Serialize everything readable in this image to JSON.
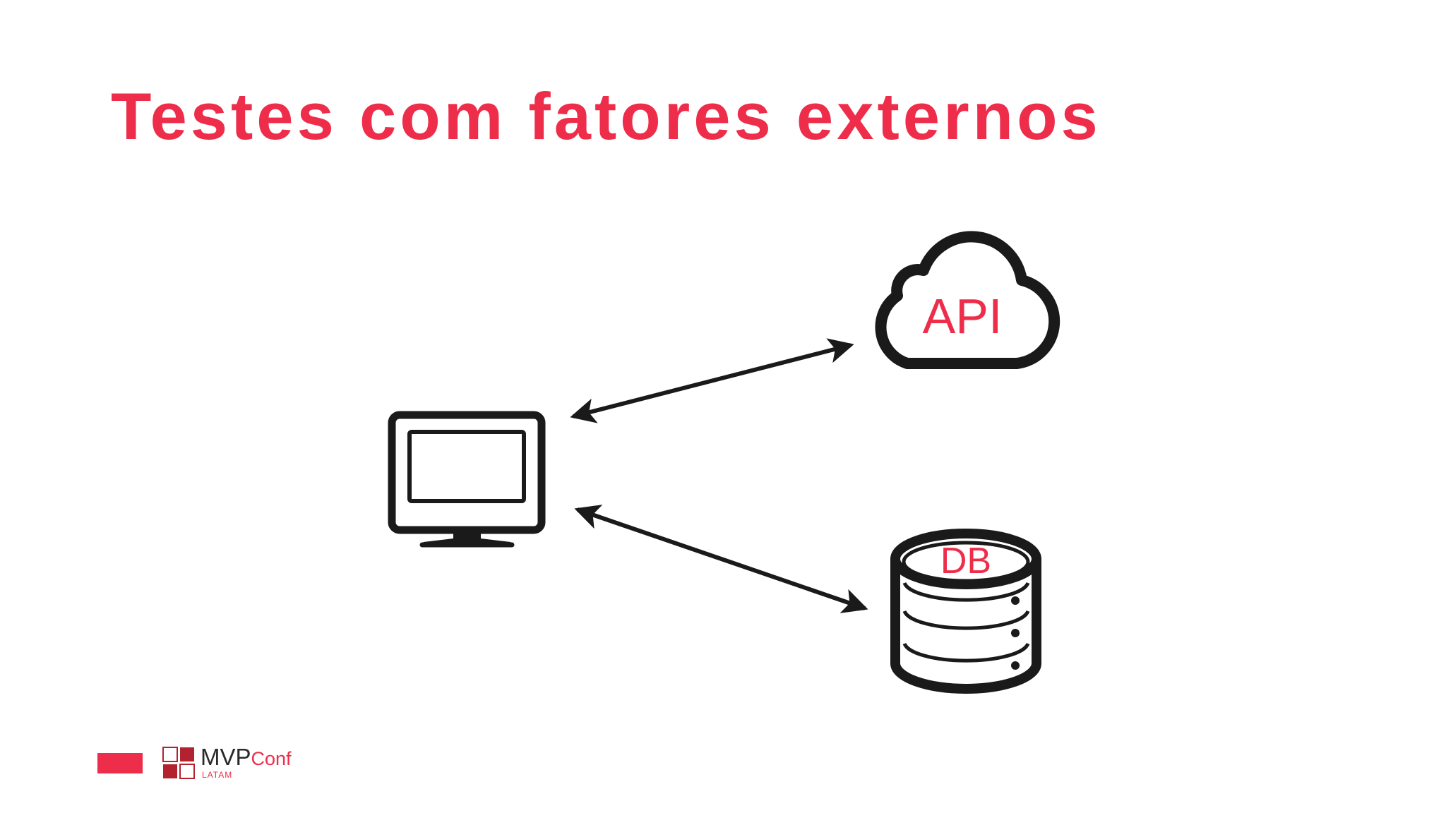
{
  "slide": {
    "title": "Testes com fatores externos"
  },
  "diagram": {
    "nodes": [
      {
        "id": "client",
        "label": "",
        "icon": "monitor-icon"
      },
      {
        "id": "api",
        "label": "API",
        "icon": "cloud-icon"
      },
      {
        "id": "db",
        "label": "DB",
        "icon": "database-icon"
      }
    ],
    "edges": [
      {
        "from": "client",
        "to": "api",
        "direction": "both"
      },
      {
        "from": "client",
        "to": "db",
        "direction": "both"
      }
    ]
  },
  "footer": {
    "logo_text": "MVP",
    "logo_suffix": "Conf",
    "logo_region": "LATAM",
    "logo_icon": "mvp-logo-icon"
  },
  "colors": {
    "accent": "#ee2d4b",
    "ink": "#1a1a1a"
  }
}
